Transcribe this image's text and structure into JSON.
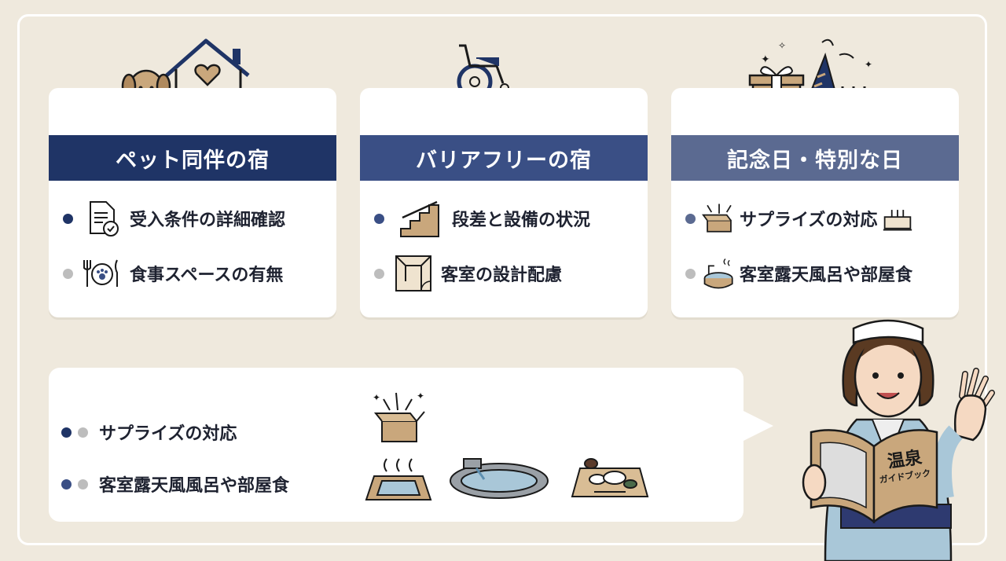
{
  "cards": [
    {
      "title": "ペット同伴の宿",
      "header_color": "#1f3466",
      "hero_icon": "dog-cat-house-icon",
      "items": [
        {
          "label": "受入条件の詳細確認",
          "icon": "document-check-icon",
          "dot_color": "#1f3466"
        },
        {
          "label": "食事スペースの有無",
          "icon": "pet-dining-icon",
          "dot_color": "#bdbdbd"
        }
      ]
    },
    {
      "title": "バリアフリーの宿",
      "header_color": "#3a4f85",
      "hero_icon": "wheelchair-ramp-icon",
      "items": [
        {
          "label": "段差と設備の状況",
          "icon": "stairs-handrail-icon",
          "dot_color": "#3a4f85"
        },
        {
          "label": "客室の設計配慮",
          "icon": "room-layout-icon",
          "dot_color": "#bdbdbd"
        }
      ]
    },
    {
      "title": "記念日・特別な日",
      "header_color": "#5b6a91",
      "hero_icon": "gift-party-cake-icon",
      "items": [
        {
          "label": "サプライズの対応",
          "icon": "surprise-box-cake-icon",
          "dot_color": "#5b6a91"
        },
        {
          "label": "客室露天風呂や部屋食",
          "icon": "private-bath-icon",
          "dot_color": "#bdbdbd"
        }
      ]
    }
  ],
  "bottom": {
    "items": [
      {
        "label": "サプライズの対応"
      },
      {
        "label": "客室露天風風呂や部屋食"
      }
    ],
    "icons": [
      "surprise-box-icon",
      "steaming-bath-icon",
      "rock-pool-icon",
      "meal-tray-icon"
    ]
  },
  "guide": {
    "book_title": "温泉",
    "book_subtitle": "ガイドブック"
  }
}
